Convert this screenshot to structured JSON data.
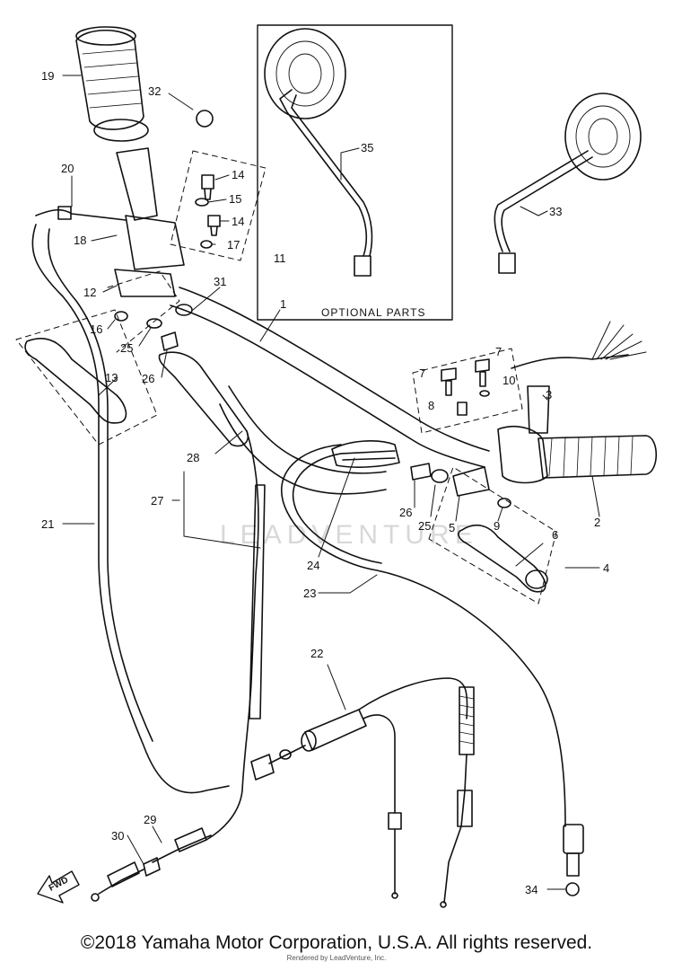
{
  "diagram": {
    "optional_label": "OPTIONAL PARTS",
    "watermark": "LEADVENTURE",
    "fwd_label": "FWD",
    "callouts": [
      {
        "id": "c19",
        "text": "19"
      },
      {
        "id": "c32",
        "text": "32"
      },
      {
        "id": "c20",
        "text": "20"
      },
      {
        "id": "c14a",
        "text": "14"
      },
      {
        "id": "c15",
        "text": "15"
      },
      {
        "id": "c14b",
        "text": "14"
      },
      {
        "id": "c18",
        "text": "18"
      },
      {
        "id": "c17",
        "text": "17"
      },
      {
        "id": "c11",
        "text": "11"
      },
      {
        "id": "c12",
        "text": "12"
      },
      {
        "id": "c31",
        "text": "31"
      },
      {
        "id": "c16",
        "text": "16"
      },
      {
        "id": "c1",
        "text": "1"
      },
      {
        "id": "c25a",
        "text": "25"
      },
      {
        "id": "c26a",
        "text": "26"
      },
      {
        "id": "c13",
        "text": "13"
      },
      {
        "id": "c35",
        "text": "35"
      },
      {
        "id": "c33",
        "text": "33"
      },
      {
        "id": "c7a",
        "text": "7"
      },
      {
        "id": "c7b",
        "text": "7"
      },
      {
        "id": "c10",
        "text": "10"
      },
      {
        "id": "c8",
        "text": "8"
      },
      {
        "id": "c3",
        "text": "3"
      },
      {
        "id": "c28",
        "text": "28"
      },
      {
        "id": "c27",
        "text": "27"
      },
      {
        "id": "c2",
        "text": "2"
      },
      {
        "id": "c26b",
        "text": "26"
      },
      {
        "id": "c25b",
        "text": "25"
      },
      {
        "id": "c5",
        "text": "5"
      },
      {
        "id": "c9",
        "text": "9"
      },
      {
        "id": "c6",
        "text": "6"
      },
      {
        "id": "c21",
        "text": "21"
      },
      {
        "id": "c24",
        "text": "24"
      },
      {
        "id": "c4",
        "text": "4"
      },
      {
        "id": "c23",
        "text": "23"
      },
      {
        "id": "c22",
        "text": "22"
      },
      {
        "id": "c29",
        "text": "29"
      },
      {
        "id": "c30",
        "text": "30"
      },
      {
        "id": "c34",
        "text": "34"
      }
    ]
  },
  "footer": {
    "copyright": "©2018 Yamaha Motor Corporation, U.S.A. All rights reserved.",
    "rendered": "Rendered by LeadVenture, Inc."
  }
}
